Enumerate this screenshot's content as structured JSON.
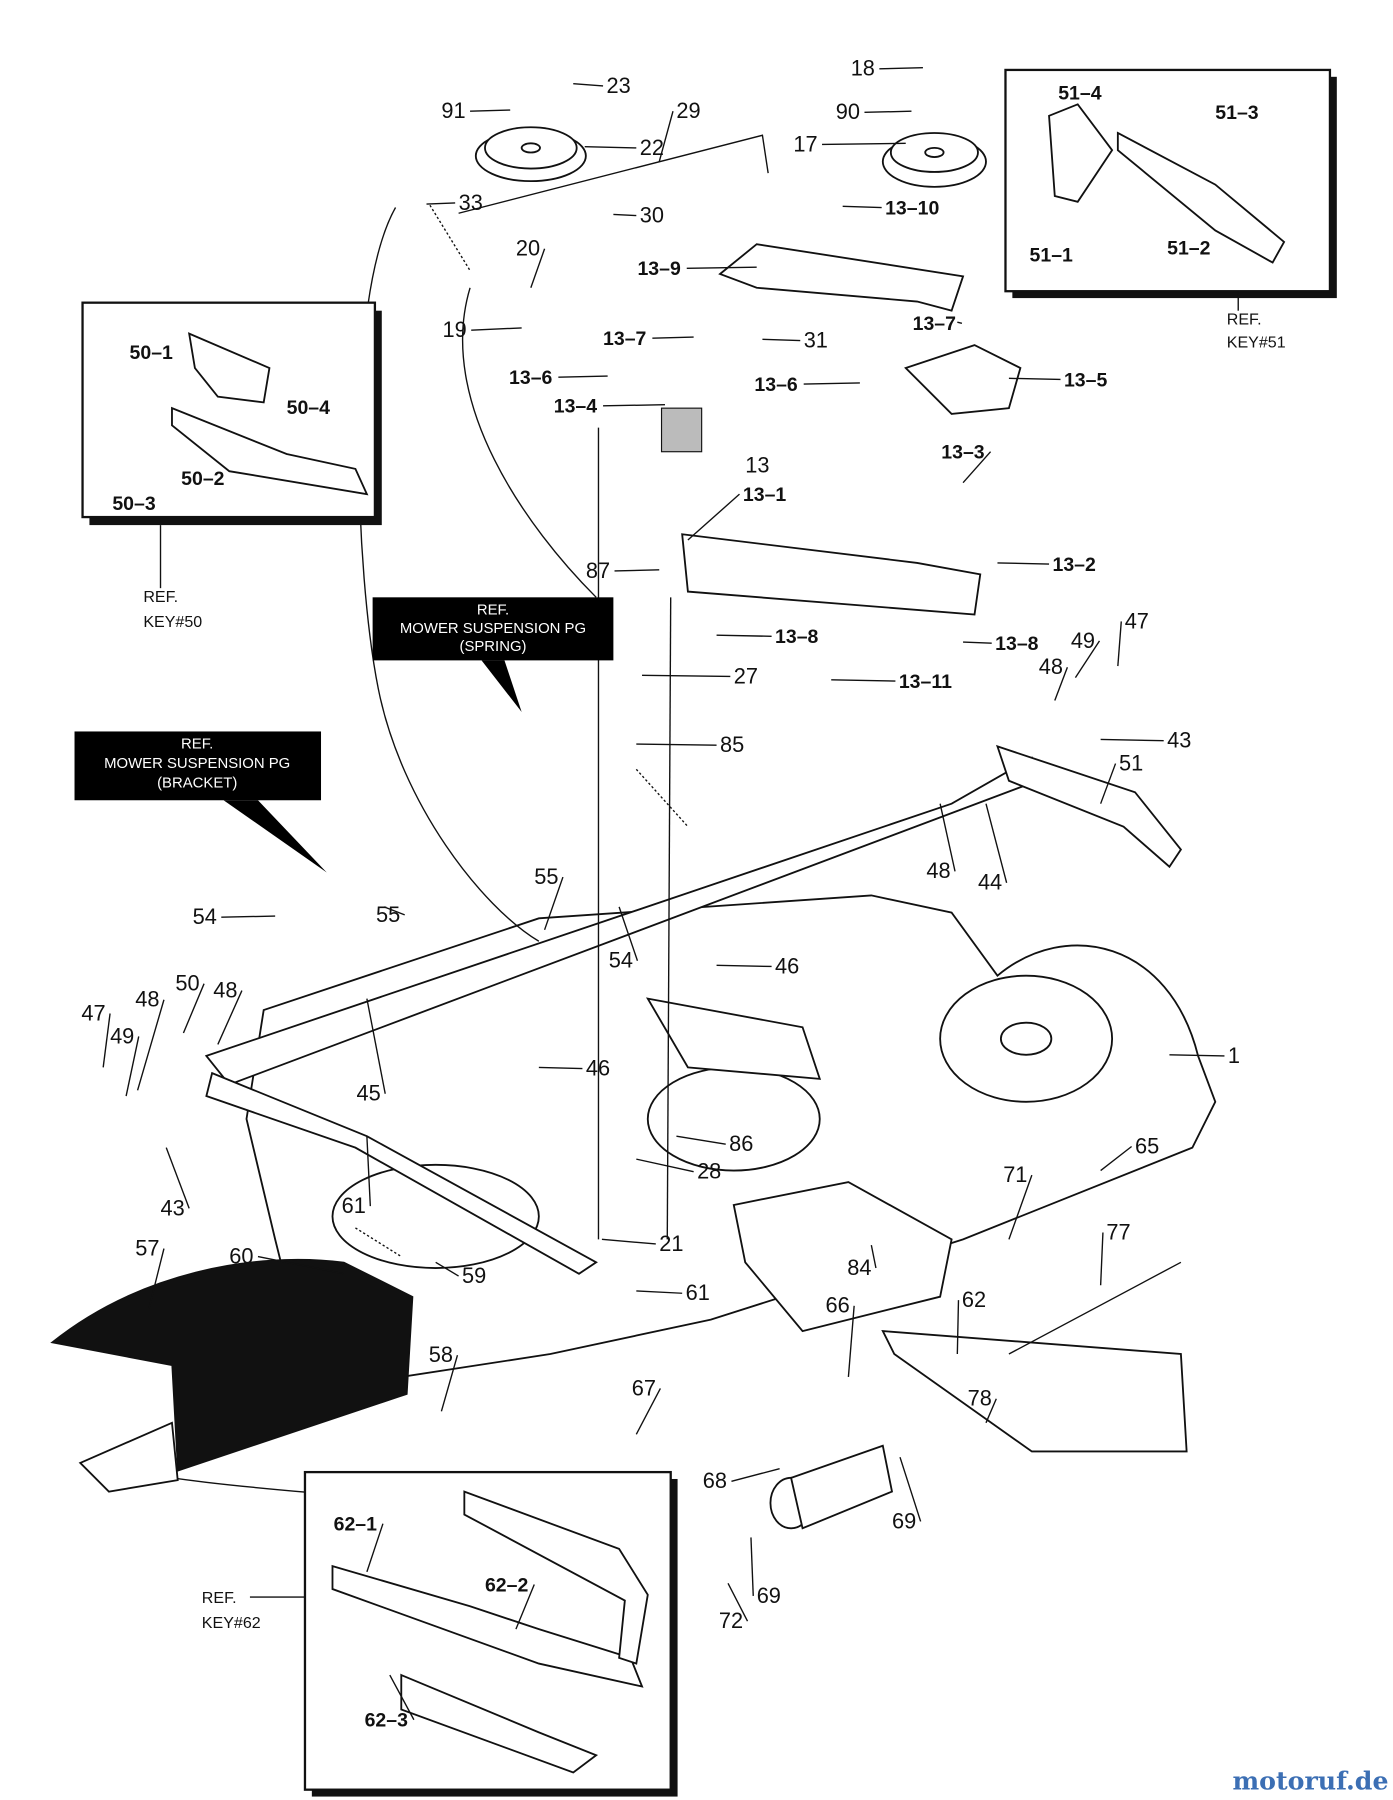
{
  "labels": [
    "23",
    "91",
    "22",
    "29",
    "33",
    "20",
    "19",
    "30",
    "18",
    "90",
    "17",
    "13–10",
    "13–9",
    "13–7",
    "31",
    "13–7",
    "13–6",
    "13–6",
    "13–5",
    "13–4",
    "13–3",
    "13",
    "13–1",
    "13–2",
    "87",
    "13–8",
    "13–8",
    "13–11",
    "27",
    "85",
    "47",
    "49",
    "48",
    "43",
    "51",
    "48",
    "44",
    "46",
    "1",
    "55",
    "54",
    "55",
    "54",
    "47",
    "49",
    "48",
    "50",
    "48",
    "45",
    "46",
    "86",
    "28",
    "43",
    "61",
    "21",
    "65",
    "71",
    "77",
    "57",
    "60",
    "59",
    "61",
    "84",
    "66",
    "62",
    "58",
    "67",
    "78",
    "68",
    "69",
    "69",
    "72",
    "62–1",
    "62–2",
    "62–3"
  ],
  "inset_labels": {
    "k50": [
      "50–1",
      "50–4",
      "50–2",
      "50–3"
    ],
    "k51": [
      "51–4",
      "51–3",
      "51–1",
      "51–2"
    ]
  },
  "refs": {
    "ref50": [
      "REF.",
      "KEY#50"
    ],
    "ref51": [
      "REF.",
      "KEY#51"
    ],
    "ref62": [
      "REF.",
      "KEY#62"
    ],
    "spring": [
      "REF.",
      "MOWER SUSPENSION PG",
      "(SPRING)"
    ],
    "bracket": [
      "REF.",
      "MOWER SUSPENSION PG",
      "(BRACKET)"
    ]
  },
  "watermark": "motoruf.de",
  "colors": {
    "ink": "#111111",
    "watermark": "#3c6fb4"
  }
}
